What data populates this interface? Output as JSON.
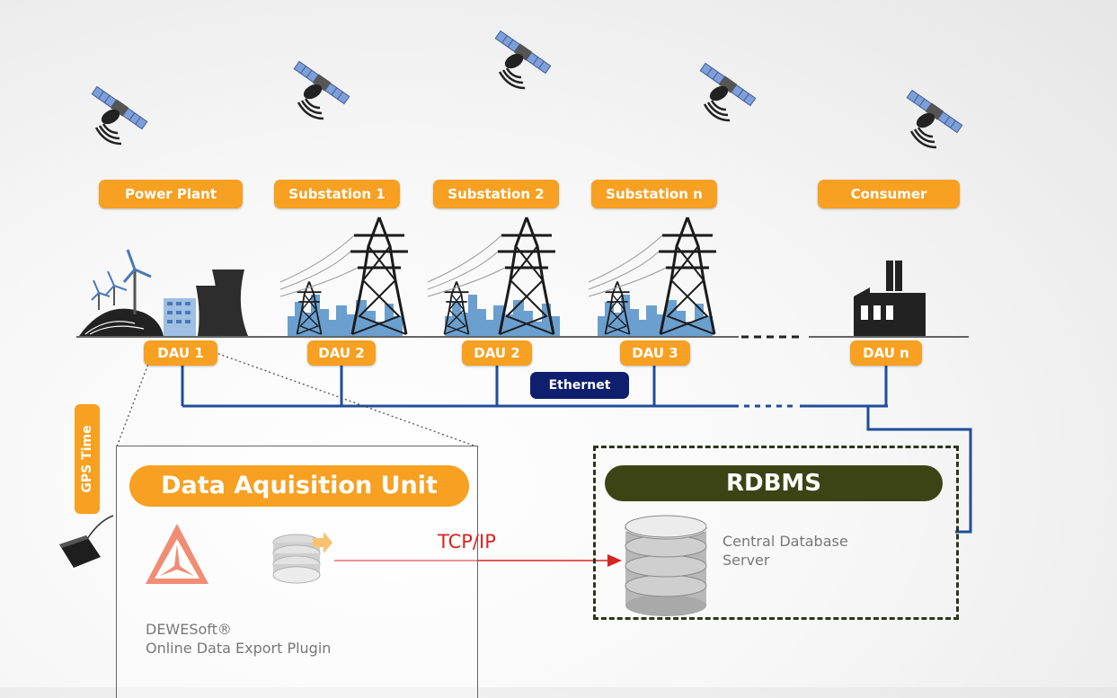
{
  "sites": [
    {
      "label": "Power Plant"
    },
    {
      "label": "Substation 1"
    },
    {
      "label": "Substation 2"
    },
    {
      "label": "Substation n"
    },
    {
      "label": "Consumer"
    }
  ],
  "daus": [
    {
      "label": "DAU 1"
    },
    {
      "label": "DAU 2"
    },
    {
      "label": "DAU 2"
    },
    {
      "label": "DAU 3"
    },
    {
      "label": "DAU n"
    }
  ],
  "network": {
    "label": "Ethernet"
  },
  "gps": {
    "label": "GPS Time"
  },
  "dau_unit": {
    "title": "Data Aquisition Unit",
    "plugin_line1": "DEWESoft®",
    "plugin_line2": "Online Data Export Plugin"
  },
  "rdbms": {
    "title": "RDBMS",
    "server_line1": "Central Database",
    "server_line2": "Server"
  },
  "link": {
    "label": "TCP/IP"
  },
  "colors": {
    "accent_orange": "#f7a021",
    "ethernet_blue": "#1f4e9a",
    "rdbms_green": "#3c4415",
    "tcp_red": "#d8231f",
    "city_blue": "#6a9fcf"
  }
}
